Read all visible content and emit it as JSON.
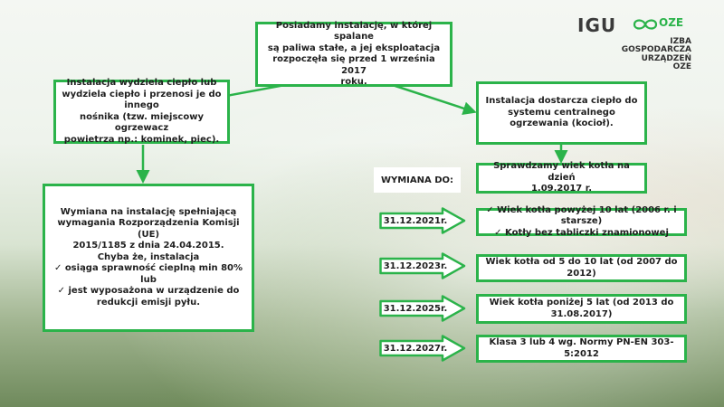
{
  "logo": {
    "mark": "IGU",
    "oze": "OZE",
    "lines": [
      "IZBA",
      "GOSPODARCZA",
      "URZĄDZEŃ",
      "OZE"
    ]
  },
  "top_box": {
    "lines": [
      "Posiadamy instalację, w której spalane",
      "są paliwa stałe, a jej eksploatacja",
      "rozpoczęła się przed  1 września 2017",
      "roku."
    ]
  },
  "left_box": {
    "lines": [
      "Instalacja wydziela ciepło lub",
      "wydziela ciepło i przenosi je do innego",
      "nośnika (tzw. miejscowy ogrzewacz",
      "powietrza np.: kominek, piec)."
    ]
  },
  "right_box": {
    "lines": [
      "Instalacja dostarcza ciepło do",
      "systemu centralnego",
      "ogrzewania (kocioł)."
    ]
  },
  "left_big_box": {
    "lines": [
      "Wymiana na instalację spełniającą",
      "wymagania Rozporządzenia Komisji (UE)",
      "2015/1185 z dnia 24.04.2015.",
      "Chyba że, instalacja"
    ],
    "checks": [
      "osiąga sprawność cieplną min 80% lub",
      "jest wyposażona w urządzenie do",
      "redukcji emisji pyłu."
    ],
    "check_mark": "✓"
  },
  "wymiana_label": "WYMIANA DO:",
  "check_box": {
    "lines": [
      "Sprawdzamy wiek kotła na dzień",
      "1.09.2017 r."
    ]
  },
  "deadlines": [
    {
      "date": "31.12.2021r.",
      "lines": [
        "Wiek kotła powyżej 10 lat (2006 r. i starsze)",
        "Kotły bez tabliczki znamionowej"
      ]
    },
    {
      "date": "31.12.2023r.",
      "lines": [
        "Wiek kotła od 5 do 10 lat (od 2007 do 2012)"
      ]
    },
    {
      "date": "31.12.2025r.",
      "lines": [
        "Wiek kotła poniżej 5 lat (od 2013 do",
        "31.08.2017)"
      ]
    },
    {
      "date": "31.12.2027r.",
      "lines": [
        "Klasa 3 lub 4 wg. Normy PN-EN 303-5:2012"
      ]
    }
  ],
  "colors": {
    "accent": "#2bb34a",
    "box_bg": "#ffffff",
    "text": "#1f1f1f"
  }
}
